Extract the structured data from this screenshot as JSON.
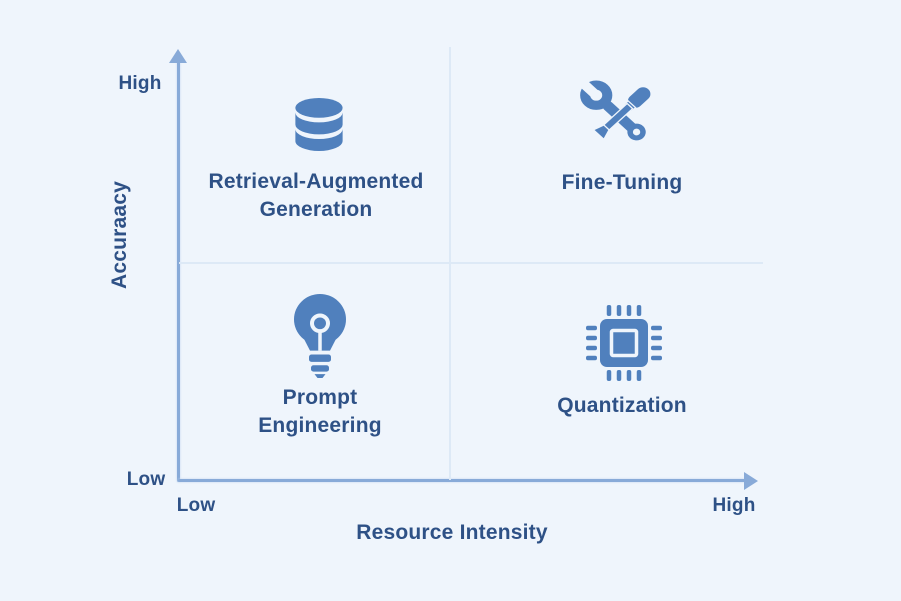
{
  "colors": {
    "background": "#eff5fc",
    "axis": "#88aad8",
    "divider": "#dde9f6",
    "icon": "#5080bd",
    "text": "#2e5186"
  },
  "y_axis": {
    "label": "Accuraacy",
    "max_label": "High",
    "min_label": "Low"
  },
  "x_axis": {
    "label": "Resource Intensity",
    "min_label": "Low",
    "max_label": "High"
  },
  "quadrants": {
    "top_left": {
      "label": "Retrieval-Augmented Generation",
      "lines": [
        "Retrieval-Augmented",
        "Generation"
      ],
      "icon": "database-icon"
    },
    "top_right": {
      "label": "Fine-Tuning",
      "lines": [
        "Fine-Tuning"
      ],
      "icon": "wrench-screwdriver-icon"
    },
    "bottom_left": {
      "label": "Prompt Engineering",
      "lines": [
        "Prompt",
        "Engineering"
      ],
      "icon": "lightbulb-icon"
    },
    "bottom_right": {
      "label": "Quantization",
      "lines": [
        "Quantization"
      ],
      "icon": "microchip-icon"
    }
  }
}
